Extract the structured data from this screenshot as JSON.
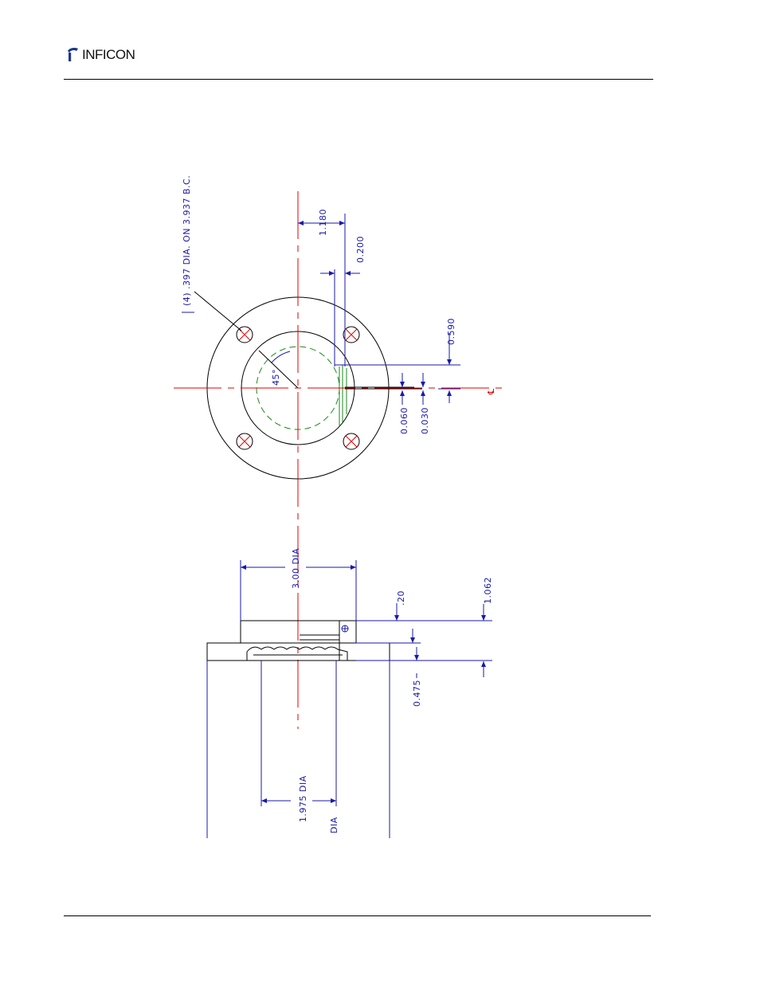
{
  "header": {
    "brand": "INFICON",
    "logo_icon": "inficon-logo-icon"
  },
  "drawing": {
    "colors": {
      "outline": "#000000",
      "centerline": "#e00000",
      "dimension": "#1a1aaa",
      "hidden": "#1a8a1a"
    },
    "labels": {
      "holes_callout": "(4) .397 DIA. ON 3.937 B.C.",
      "angle": "45°",
      "dim_1180": "1.180",
      "dim_0200": "0.200",
      "dim_0590": "0.590",
      "dim_0060": "0.060",
      "dim_0030": "0.030",
      "centerline_symbol": "℄",
      "dim_300_dia": "3.00 DIA",
      "dim_020": ".20",
      "dim_1062": "1.062",
      "dim_0475": "0.475",
      "dim_1975_dia": "1.975 DIA",
      "dim_dia": "DIA"
    }
  }
}
